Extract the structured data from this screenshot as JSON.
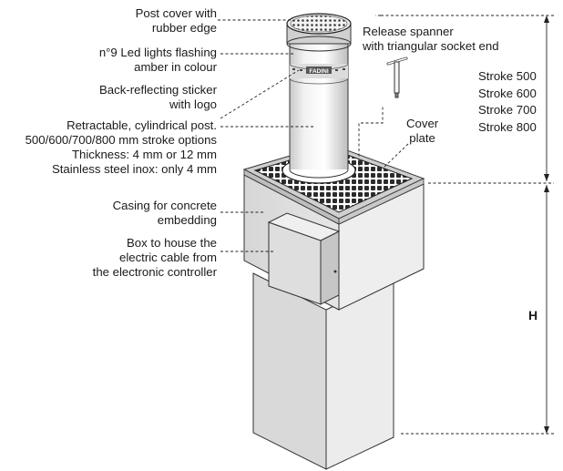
{
  "labels": {
    "post_cover": [
      "Post cover with",
      "rubber edge"
    ],
    "led_lights": [
      "n°9 Led lights flashing",
      "amber in colour"
    ],
    "sticker": [
      "Back-reflecting sticker",
      "with logo"
    ],
    "post": [
      "Retractable, cylindrical post.",
      "500/600/700/800 mm stroke options",
      "Thickness: 4 mm or 12 mm",
      "Stainless steel inox: only 4 mm"
    ],
    "casing": [
      "Casing for concrete",
      "embedding"
    ],
    "box": [
      "Box to house the",
      "electric cable from",
      "the electronic controller"
    ],
    "spanner": [
      "Release spanner",
      "with triangular socket end"
    ],
    "cover_plate": [
      "Cover",
      "plate"
    ],
    "strokes": [
      "Stroke 500",
      "Stroke 600",
      "Stroke 700",
      "Stroke 800"
    ],
    "h_dimension": "H",
    "logo_text": "FADINI"
  }
}
